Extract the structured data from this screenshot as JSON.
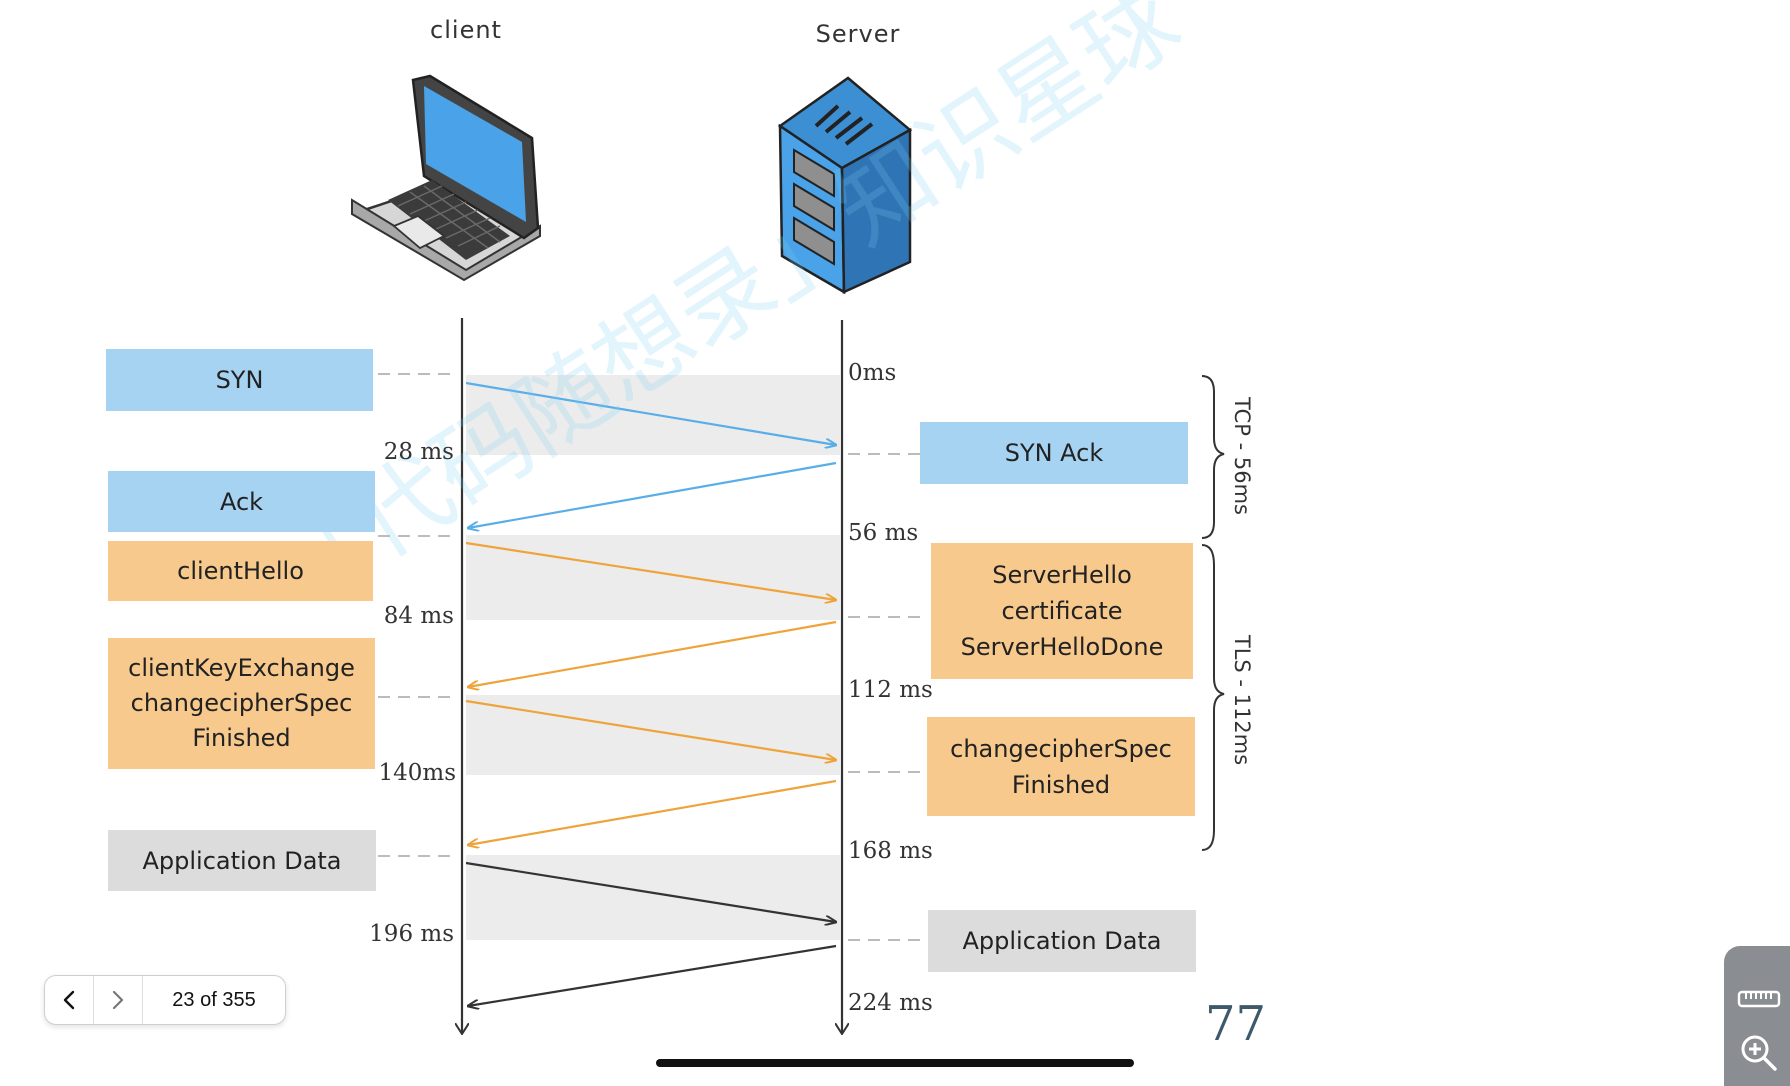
{
  "headings": {
    "client": "client",
    "server": "Server"
  },
  "client_messages": {
    "syn": [
      "SYN"
    ],
    "ack": [
      "Ack"
    ],
    "client_hello": [
      "clientHello"
    ],
    "key_exchange": [
      "clientKeyExchange",
      "changecipherSpec",
      "Finished"
    ],
    "app_data": [
      "Application Data"
    ]
  },
  "server_messages": {
    "syn_ack": [
      "SYN Ack"
    ],
    "server_hello": [
      "ServerHello",
      "certificate",
      "ServerHelloDone"
    ],
    "change_cipher": [
      "changecipherSpec",
      "Finished"
    ],
    "app_data": [
      "Application Data"
    ]
  },
  "timings": {
    "t0": "0ms",
    "t28": "28 ms",
    "t56": "56 ms",
    "t84": "84 ms",
    "t112": "112 ms",
    "t140": "140ms",
    "t168": "168 ms",
    "t196": "196 ms",
    "t224": "224 ms"
  },
  "phases": {
    "tcp": "TCP - 56ms",
    "tls": "TLS - 112ms"
  },
  "watermark": "「代码随想录」知识星球",
  "page_number": "77",
  "pager": {
    "label": "23 of 355"
  },
  "icons": [
    "laptop-icon",
    "server-icon",
    "chevron-left-icon",
    "chevron-right-icon",
    "ruler-icon",
    "zoom-in-icon"
  ],
  "colors": {
    "tcp_arrow": "#5aaee8",
    "tls_arrow": "#eea43a",
    "data_arrow": "#333333",
    "blue_box": "#a7d3f2",
    "orange_box": "#f7c98c",
    "gray_box": "#dcdcdc"
  }
}
